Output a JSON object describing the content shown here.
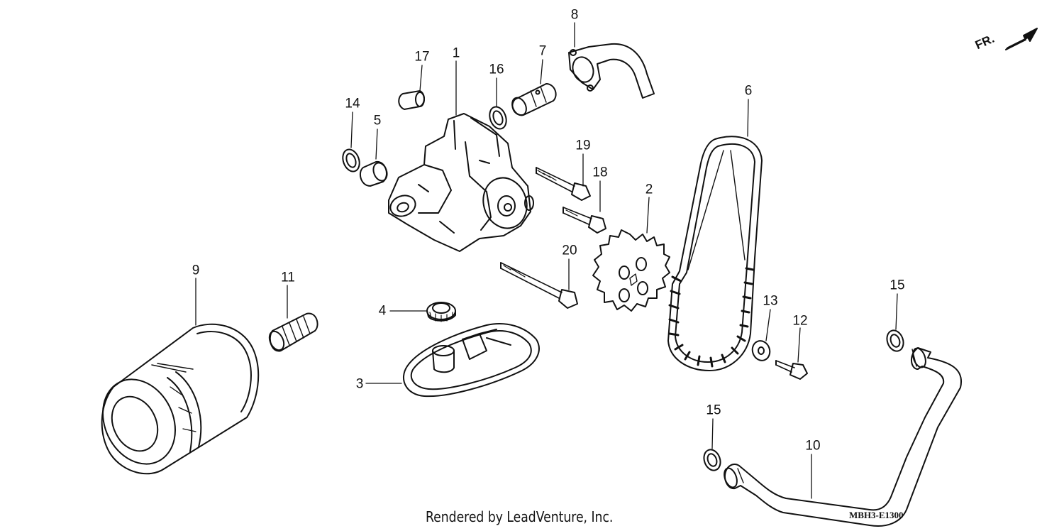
{
  "diagram": {
    "credit": "Rendered by LeadVenture, Inc.",
    "diagram_code": "MBH3-E1300",
    "direction_label": "FR."
  },
  "callouts": [
    {
      "id": "c1",
      "number": "1"
    },
    {
      "id": "c2",
      "number": "2"
    },
    {
      "id": "c3",
      "number": "3"
    },
    {
      "id": "c4",
      "number": "4"
    },
    {
      "id": "c5",
      "number": "5"
    },
    {
      "id": "c6",
      "number": "6"
    },
    {
      "id": "c7",
      "number": "7"
    },
    {
      "id": "c8",
      "number": "8"
    },
    {
      "id": "c9",
      "number": "9"
    },
    {
      "id": "c10",
      "number": "10"
    },
    {
      "id": "c11",
      "number": "11"
    },
    {
      "id": "c12",
      "number": "12"
    },
    {
      "id": "c13",
      "number": "13"
    },
    {
      "id": "c14",
      "number": "14"
    },
    {
      "id": "c15a",
      "number": "15"
    },
    {
      "id": "c15b",
      "number": "15"
    },
    {
      "id": "c16",
      "number": "16"
    },
    {
      "id": "c17",
      "number": "17"
    },
    {
      "id": "c18",
      "number": "18"
    },
    {
      "id": "c19",
      "number": "19"
    },
    {
      "id": "c20",
      "number": "20"
    }
  ]
}
